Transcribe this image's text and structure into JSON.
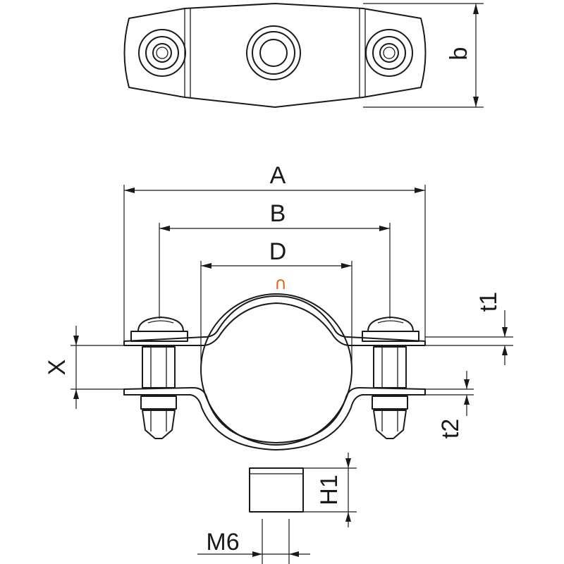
{
  "labels": {
    "b": "b",
    "A": "A",
    "B": "B",
    "D": "D",
    "t1": "t1",
    "X": "X",
    "t2": "t2",
    "H1": "H1",
    "M6": "M6"
  },
  "center_mark": {
    "glyph": "∩",
    "color": "#e0621a"
  }
}
